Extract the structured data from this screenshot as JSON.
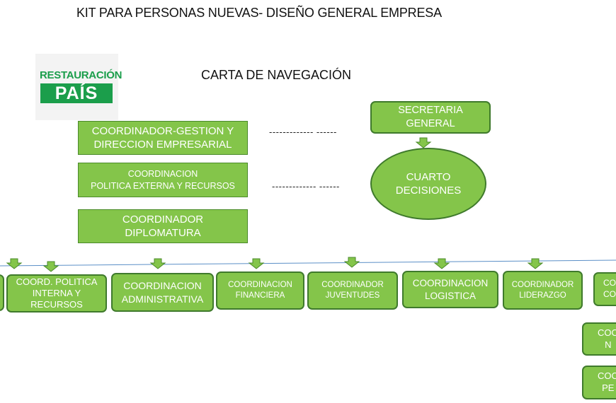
{
  "header": {
    "title": "KIT PARA PERSONAS NUEVAS- DISEÑO GENERAL EMPRESA",
    "subtitle": "CARTA DE NAVEGACIÓN"
  },
  "logo": {
    "line1": "RESTAURACIÓN",
    "line2": "PAÍS"
  },
  "colors": {
    "box_fill": "#84c54a",
    "box_border": "#3f7a2c",
    "logo_green": "#1b9e4b",
    "line": "#5b8fc7"
  },
  "left_boxes": [
    {
      "text": "COORDINADOR-GESTION  Y\nDIRECCION EMPRESARIAL"
    },
    {
      "text": "COORDINACION\nPOLITICA  EXTERNA Y RECURSOS"
    },
    {
      "text": "COORDINADOR\nDIPLOMATURA"
    }
  ],
  "dashes": [
    "------------- ------",
    "------------- ------"
  ],
  "right": {
    "secretaria": "SECRETARIA\nGENERAL",
    "cuarto": "CUARTO\nDECISIONES"
  },
  "bottom_boxes": [
    {
      "text": ""
    },
    {
      "text": "COORD. POLITICA\nINTERNA  Y\nRECURSOS"
    },
    {
      "text": "COORDINACION\nADMINISTRATIVA"
    },
    {
      "text": "COORDINACION\nFINANCIERA"
    },
    {
      "text": "COORDINADOR\nJUVENTUDES"
    },
    {
      "text": "COORDINACION\nLOGISTICA"
    },
    {
      "text": "COORDINADOR\nLIDERAZGO"
    },
    {
      "text": "CO\nCO"
    }
  ],
  "side_boxes": [
    {
      "text": "COO\nN"
    },
    {
      "text": "COO\nPE"
    }
  ]
}
